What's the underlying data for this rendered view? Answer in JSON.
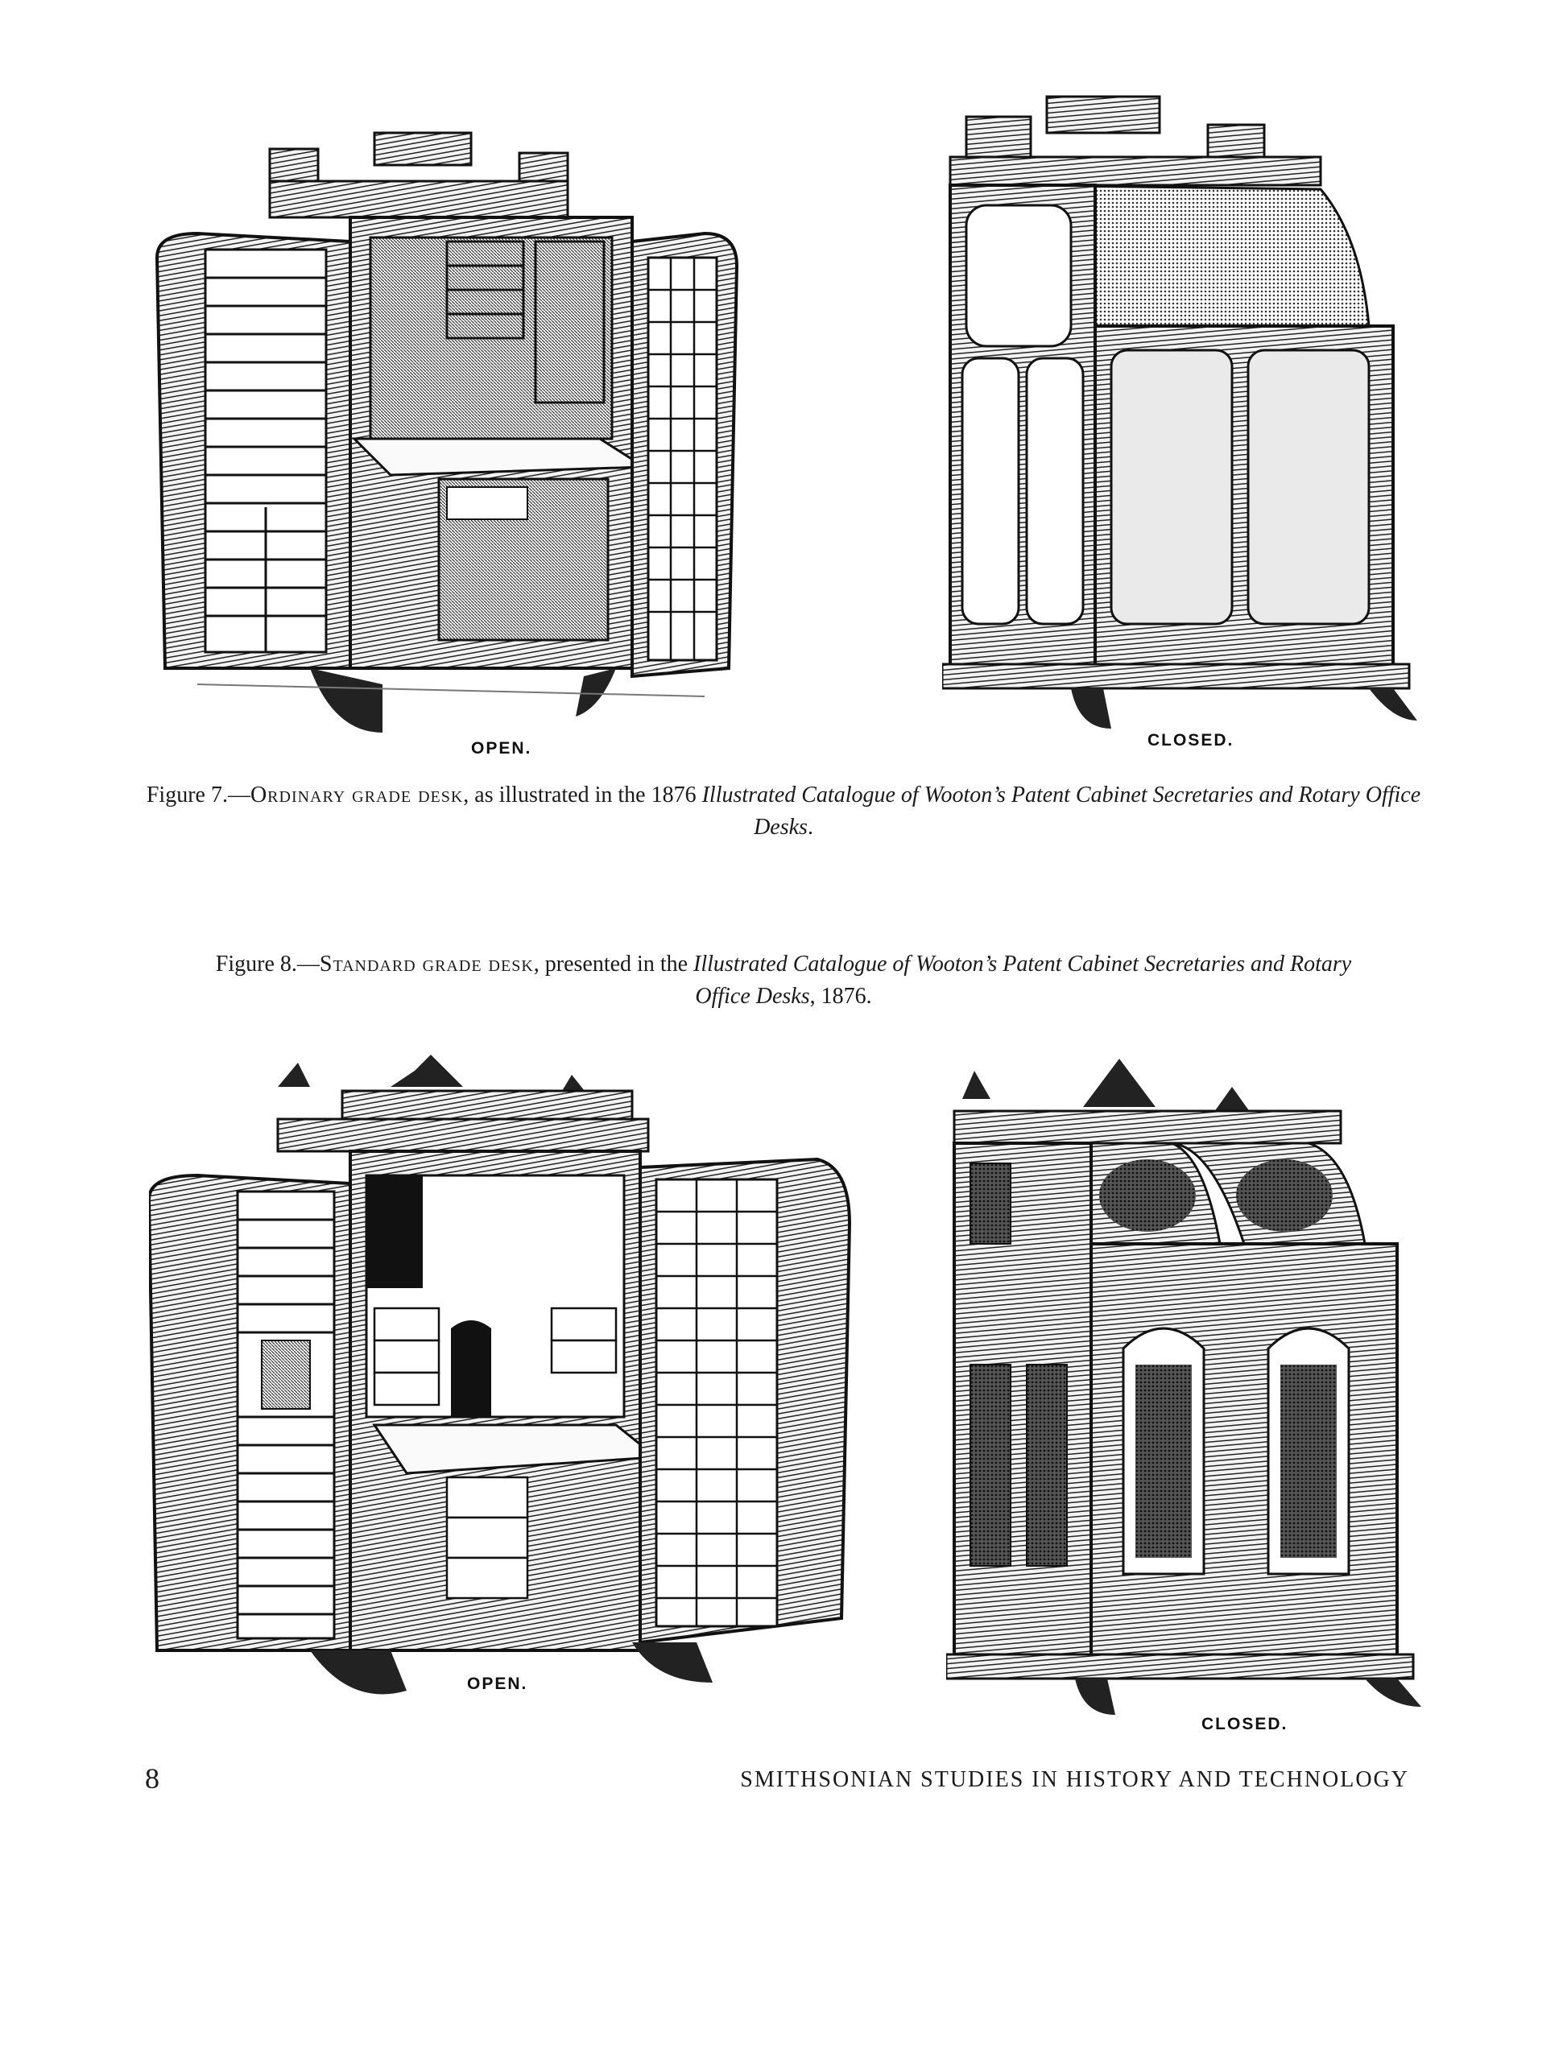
{
  "figure7": {
    "open_label": "OPEN.",
    "closed_label": "CLOSED.",
    "caption": {
      "prefix": "Figure 7.—",
      "smallcaps": "Ordinary grade desk",
      "middle": ", as illustrated in the 1876 ",
      "italic_title": "Illustrated Catalogue of Wooton’s Patent Cabinet Secretaries and Rotary Office Desks",
      "suffix": "."
    }
  },
  "figure8": {
    "open_label": "OPEN.",
    "closed_label": "CLOSED.",
    "caption": {
      "prefix": "Figure 8.—",
      "smallcaps": "Standard grade desk",
      "middle": ", presented in the ",
      "italic_title": "Illustrated Catalogue of Wooton’s Patent Cabinet Secretaries and Rotary Office Desks",
      "suffix": ", 1876."
    }
  },
  "footer": {
    "page_number": "8",
    "running_title": "SMITHSONIAN STUDIES IN HISTORY AND TECHNOLOGY"
  }
}
